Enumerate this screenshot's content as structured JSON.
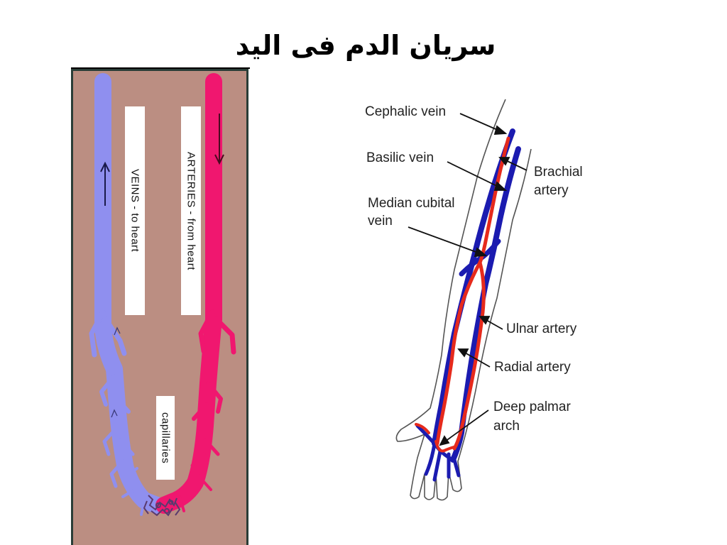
{
  "title": "سريان الدم فى اليد",
  "left_diagram": {
    "veins_label": "VEINS - to heart",
    "arteries_label": "ARTERIES - from heart",
    "capillaries_label": "capillaries"
  },
  "arm_diagram": {
    "labels": {
      "cephalic_vein": "Cephalic vein",
      "basilic_vein": "Basilic vein",
      "median_cubital_vein_line1": "Median cubital",
      "median_cubital_vein_line2": "vein",
      "brachial_artery_line1": "Brachial",
      "brachial_artery_line2": "artery",
      "ulnar_artery": "Ulnar artery",
      "radial_artery": "Radial artery",
      "deep_palmar_arch_line1": "Deep palmar",
      "deep_palmar_arch_line2": "arch"
    }
  },
  "colors": {
    "panel_background": "#bb8e82",
    "vein_color": "#8f8fef",
    "artery_color": "#f0176f",
    "arm_vein_color": "#1b1bb0",
    "arm_artery_color": "#e62a1c"
  }
}
